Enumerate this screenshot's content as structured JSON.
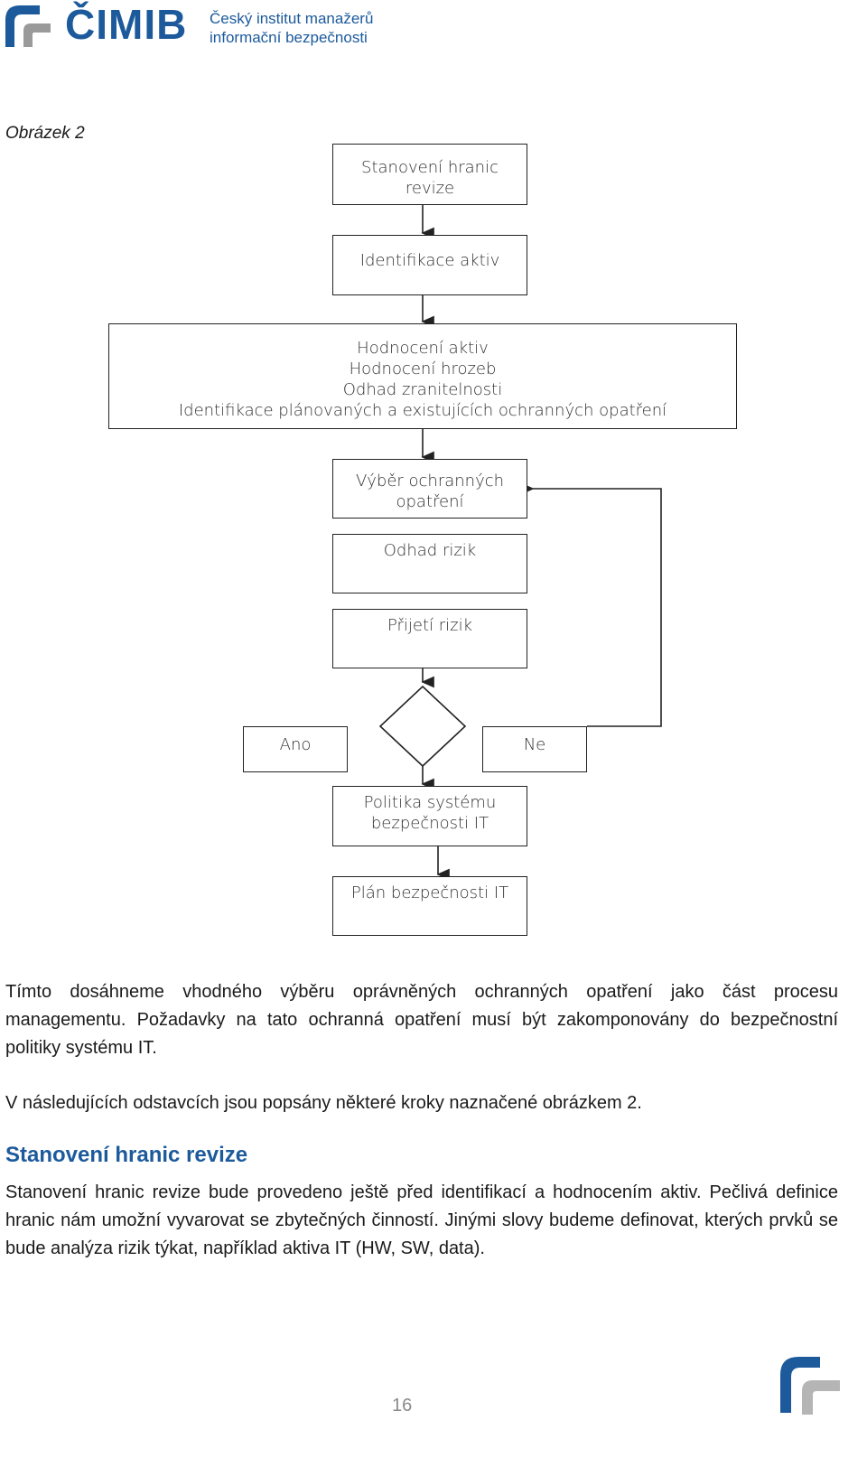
{
  "header": {
    "logo_word": "ČIMIB",
    "logo_sub_line1": "Český institut manažerů",
    "logo_sub_line2": "informační bezpečnosti",
    "colors": {
      "brand_blue": "#1c5a9c",
      "brand_gray": "#9a9a9a"
    }
  },
  "figure": {
    "caption": "Obrázek 2",
    "boxes": {
      "b1": [
        "Stanovení hranic",
        "revize"
      ],
      "b2": [
        "Identifikace aktiv"
      ],
      "b3": [
        "Hodnocení aktiv",
        "Hodnocení hrozeb",
        "Odhad zranitelnosti",
        "Identifikace plánovaných a existujících ochranných opatření"
      ],
      "b4": [
        "Výběr ochranných",
        "opatření"
      ],
      "b5": [
        "Odhad rizik"
      ],
      "b6": [
        "Přijetí rizik"
      ],
      "yes": [
        "Ano"
      ],
      "no": [
        "Ne"
      ],
      "b7": [
        "Politika systému",
        "bezpečnosti IT"
      ],
      "b8": [
        "Plán bezpečnosti IT"
      ]
    }
  },
  "body": {
    "para1": "Tímto dosáhneme vhodného výběru oprávněných ochranných opatření jako část procesu managementu. Požadavky na tato ochranná opatření musí být zakomponovány do bezpečnostní politiky systému IT.",
    "para2": "V následujících odstavcích jsou popsány některé kroky naznačené obrázkem 2.",
    "heading": "Stanovení hranic revize",
    "para3": "Stanovení hranic revize bude provedeno ještě před identifikací a hodnocením aktiv. Pečlivá definice hranic nám umožní vyvarovat se zbytečných činností. Jinými slovy budeme definovat, kterých prvků se bude analýza rizik týkat, například aktiva IT (HW, SW, data)."
  },
  "footer": {
    "page_number": "16"
  }
}
